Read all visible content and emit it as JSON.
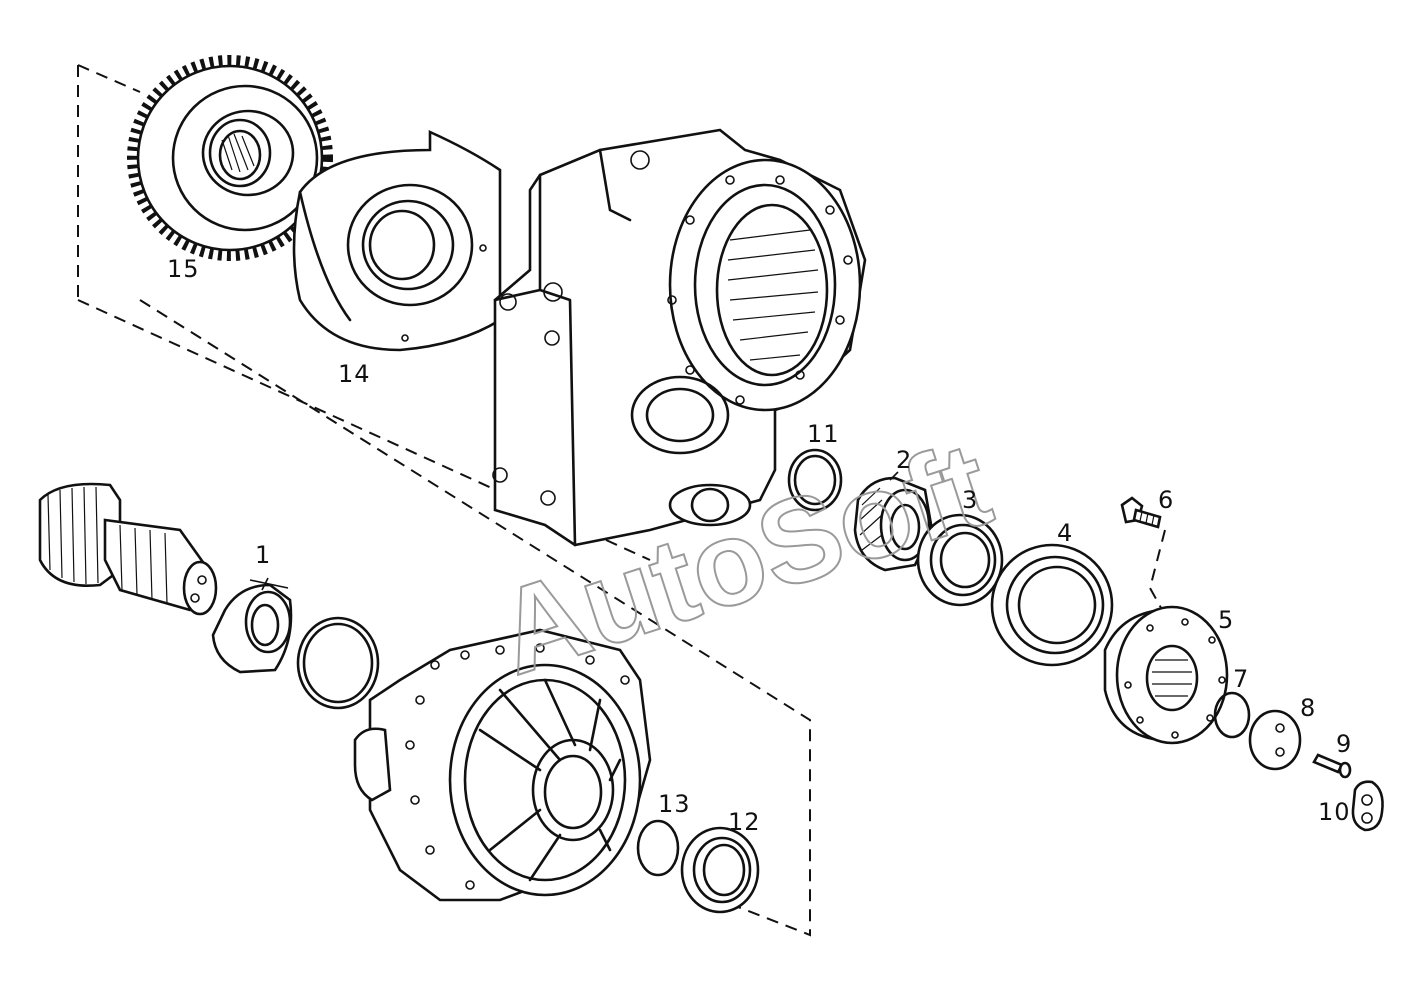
{
  "watermark": "AutoSoft",
  "callouts": [
    {
      "id": "1",
      "label": "1"
    },
    {
      "id": "2",
      "label": "2"
    },
    {
      "id": "3",
      "label": "3"
    },
    {
      "id": "4",
      "label": "4"
    },
    {
      "id": "5",
      "label": "5"
    },
    {
      "id": "6",
      "label": "6"
    },
    {
      "id": "7",
      "label": "7"
    },
    {
      "id": "8",
      "label": "8"
    },
    {
      "id": "9",
      "label": "9"
    },
    {
      "id": "10",
      "label": "10"
    },
    {
      "id": "11",
      "label": "11"
    },
    {
      "id": "12",
      "label": "12"
    },
    {
      "id": "13",
      "label": "13"
    },
    {
      "id": "14",
      "label": "14"
    },
    {
      "id": "15",
      "label": "15"
    }
  ],
  "colors": {
    "ink": "#111111",
    "watermark": "#9a9a9a",
    "paper": "#ffffff"
  }
}
